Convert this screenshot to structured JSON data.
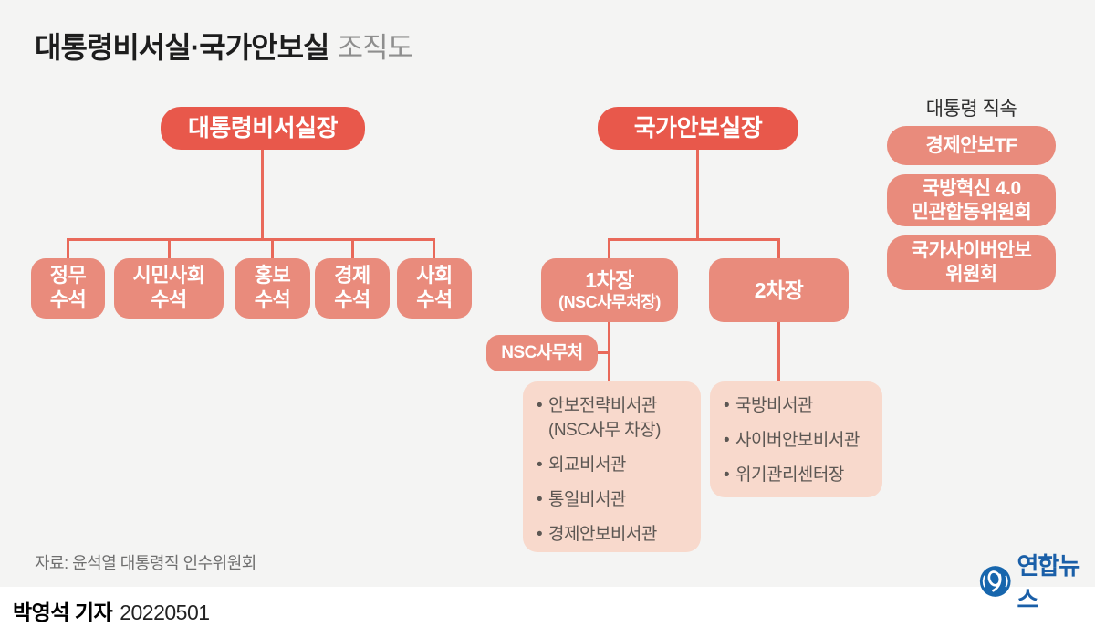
{
  "title": {
    "main": "대통령비서실·국가안보실",
    "sub": "조직도"
  },
  "secretariat": {
    "root": "대통령비서실장",
    "senior_secretaries": [
      "정무\n수석",
      "시민사회\n수석",
      "홍보\n수석",
      "경제\n수석",
      "사회\n수석"
    ]
  },
  "security_office": {
    "root": "국가안보실장",
    "deputy1": {
      "line1": "1차장",
      "line2": "(NSC사무처장)"
    },
    "deputy2": "2차장",
    "nsc_office": "NSC사무처",
    "bullet": "•",
    "deputy1_items": [
      {
        "text": "안보전략비서관\n(NSC사무 차장)"
      },
      {
        "text": "외교비서관"
      },
      {
        "text": "통일비서관"
      },
      {
        "text": "경제안보비서관"
      }
    ],
    "deputy2_items": [
      {
        "text": "국방비서관"
      },
      {
        "text": "사이버안보비서관"
      },
      {
        "text": "위기관리센터장"
      }
    ]
  },
  "presidential_direct": {
    "label": "대통령 직속",
    "boxes": [
      "경제안보TF",
      "국방혁신 4.0\n민관합동위원회",
      "국가사이버안보\n위원회"
    ]
  },
  "footer": {
    "source": "자료: 윤석열 대통령직 인수위원회",
    "agency": "연합뉴스",
    "byline_name": "박영석 기자",
    "byline_date": "20220501"
  },
  "colors": {
    "background": "#f4f4f3",
    "strong_red": "#e8584b",
    "salmon": "#e98b7c",
    "light_pink": "#f8d9cc",
    "connector": "#e9695a",
    "list_text": "#5c5753",
    "yonhap_blue": "#1a5fa8"
  }
}
